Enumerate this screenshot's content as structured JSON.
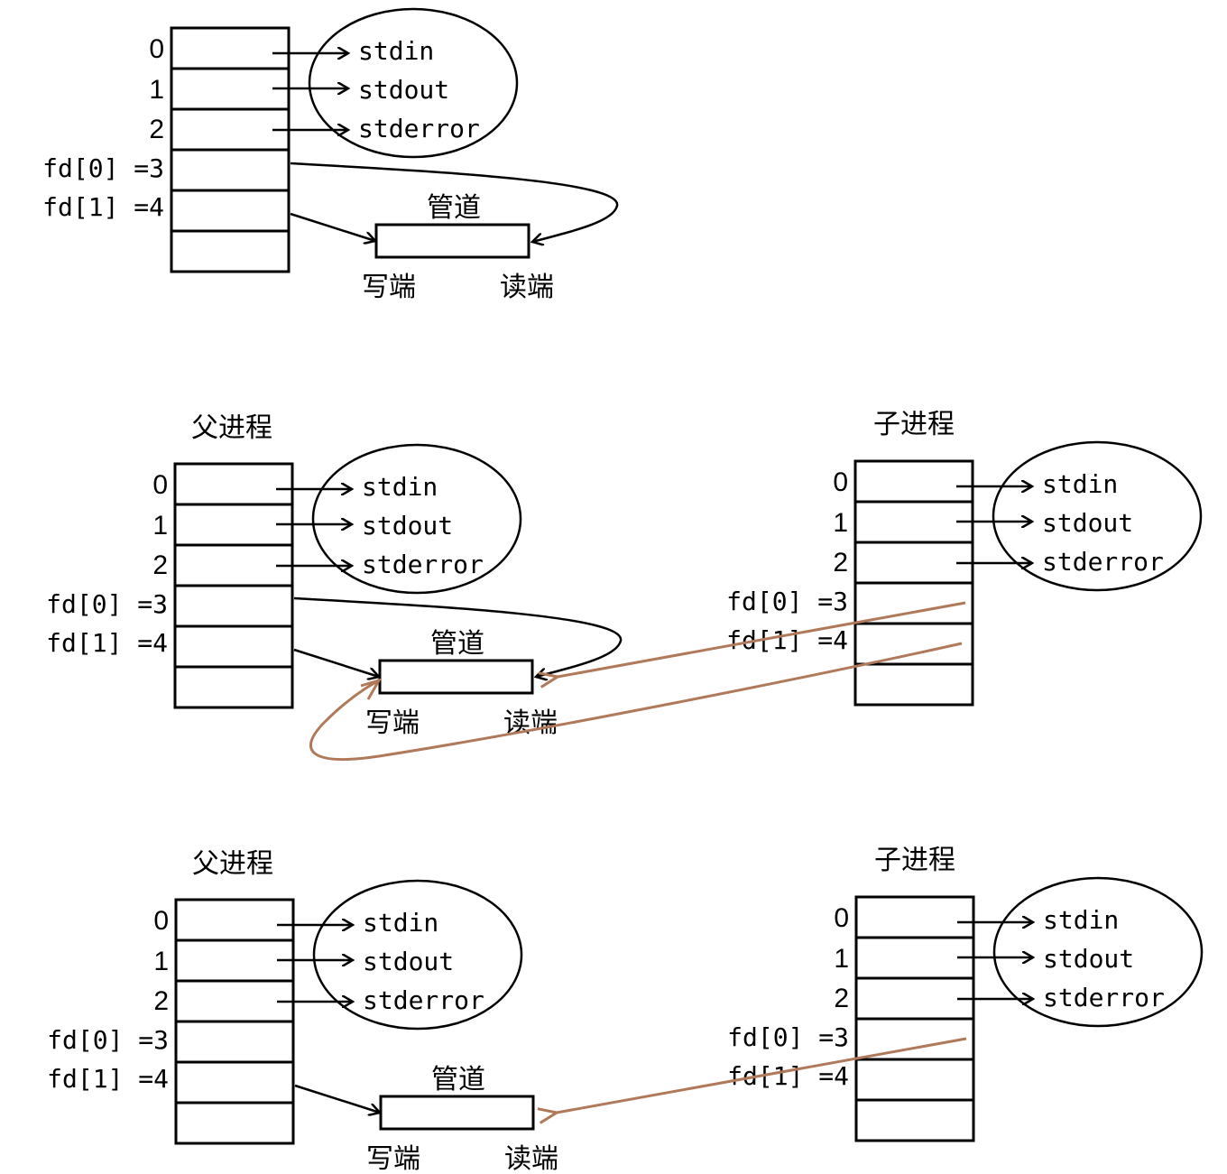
{
  "colors": {
    "ink": "#000000",
    "fork_arrow": "#b07a5a",
    "background": "#ffffff"
  },
  "fd_labels": [
    "0",
    "1",
    "2",
    "fd[0] =3",
    "fd[1] =4"
  ],
  "std_streams": [
    "stdin",
    "stdout",
    "stderror"
  ],
  "pipe": {
    "title": "管道",
    "write_end": "写端",
    "read_end": "读端"
  },
  "panels": [
    {
      "id": "before-fork",
      "title": null
    },
    {
      "id": "after-fork",
      "parent_title": "父进程",
      "child_title": "子进程"
    },
    {
      "id": "after-close",
      "parent_title": "父进程",
      "child_title": "子进程"
    }
  ]
}
